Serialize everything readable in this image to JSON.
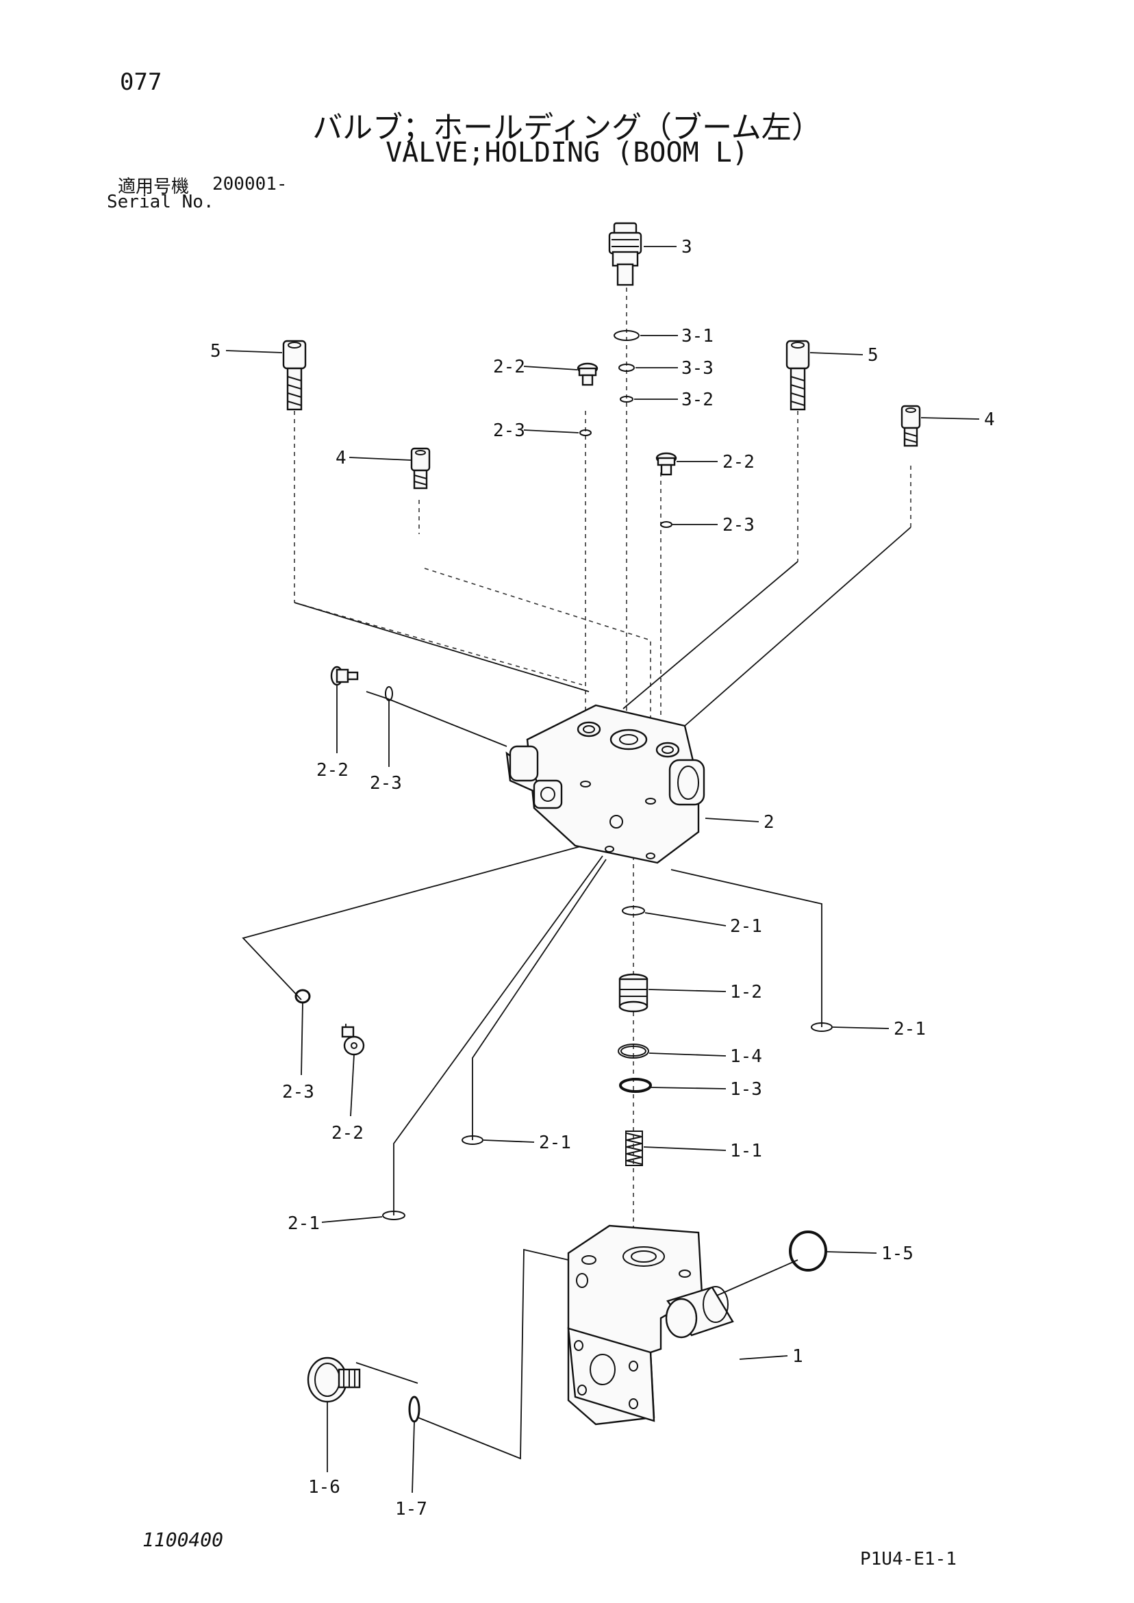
{
  "header": {
    "page_number": "077",
    "title_jp": "バルブ；ホールディング（ブーム左）",
    "title_en": "VALVE;HOLDING (BOOM L)",
    "serial_label_jp": "適用号機",
    "serial_value": "200001-",
    "serial_label_en": "Serial No."
  },
  "footer": {
    "drawing_number": "1100400",
    "sheet_code": "P1U4-E1-1"
  },
  "callouts": {
    "c_3": "3",
    "c_3_1": "3-1",
    "c_3_3": "3-3",
    "c_3_2": "3-2",
    "c_5_left": "5",
    "c_5_right": "5",
    "c_4_left": "4",
    "c_4_right": "4",
    "c_2_2_top": "2-2",
    "c_2_3_top": "2-3",
    "c_2_2_mid": "2-2",
    "c_2_3_mid": "2-3",
    "c_2_2_side": "2-2",
    "c_2_3_side": "2-3",
    "c_2": "2",
    "c_2_1_a": "2-1",
    "c_1_2": "1-2",
    "c_2_1_right": "2-1",
    "c_1_4": "1-4",
    "c_1_3": "1-3",
    "c_2_3_low": "2-3",
    "c_2_2_low": "2-2",
    "c_2_1_mid": "2-1",
    "c_1_1": "1-1",
    "c_2_1_low": "2-1",
    "c_1_5": "1-5",
    "c_1": "1",
    "c_1_6": "1-6",
    "c_1_7": "1-7"
  }
}
